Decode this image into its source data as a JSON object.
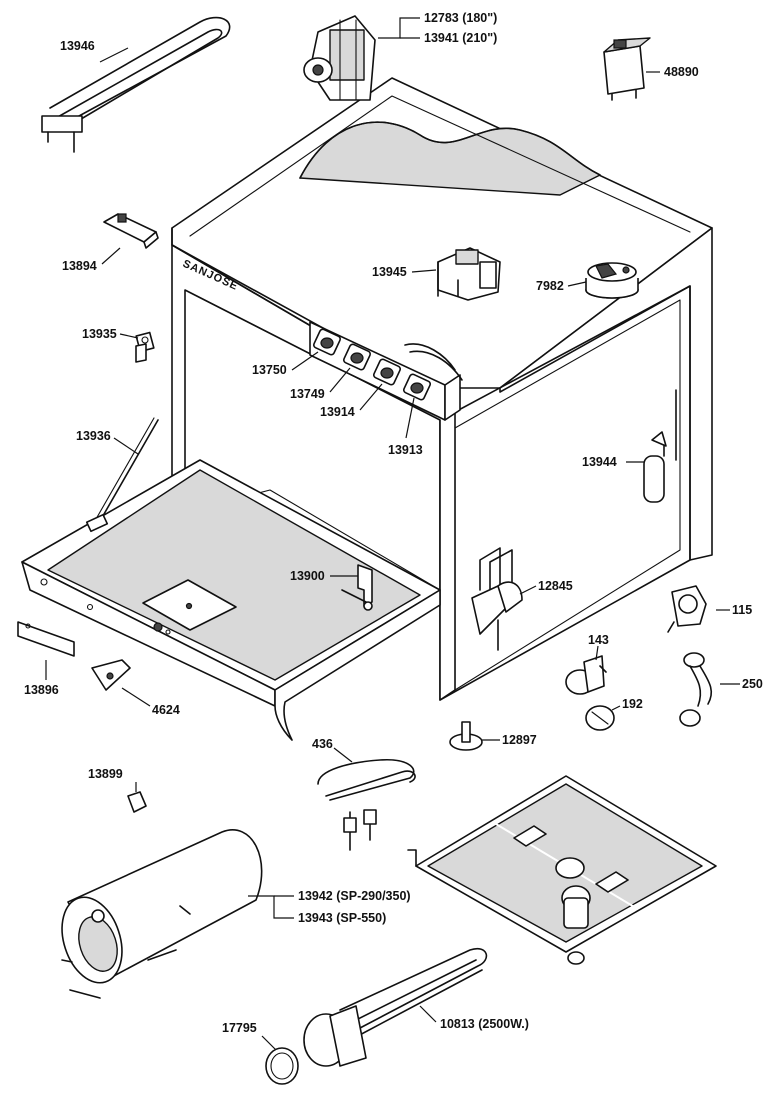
{
  "brand": "SANJOSE",
  "labels": {
    "p12783": "12783 (180\")",
    "p13941": "13941 (210\")",
    "p13946": "13946",
    "p48890": "48890",
    "p13894": "13894",
    "p13945": "13945",
    "p7982": "7982",
    "p13935": "13935",
    "p13750": "13750",
    "p13749": "13749",
    "p13914": "13914",
    "p13913": "13913",
    "p13936": "13936",
    "p13944": "13944",
    "p13900": "13900",
    "p12845": "12845",
    "p115": "115",
    "p143": "143",
    "p250": "250",
    "p13896": "13896",
    "p4624": "4624",
    "p192": "192",
    "p436": "436",
    "p12897": "12897",
    "p13899": "13899",
    "p13942": "13942 (SP-290/350)",
    "p13943": "13943 (SP-550)",
    "p17795": "17795",
    "p10813": "10813 (2500W.)"
  }
}
